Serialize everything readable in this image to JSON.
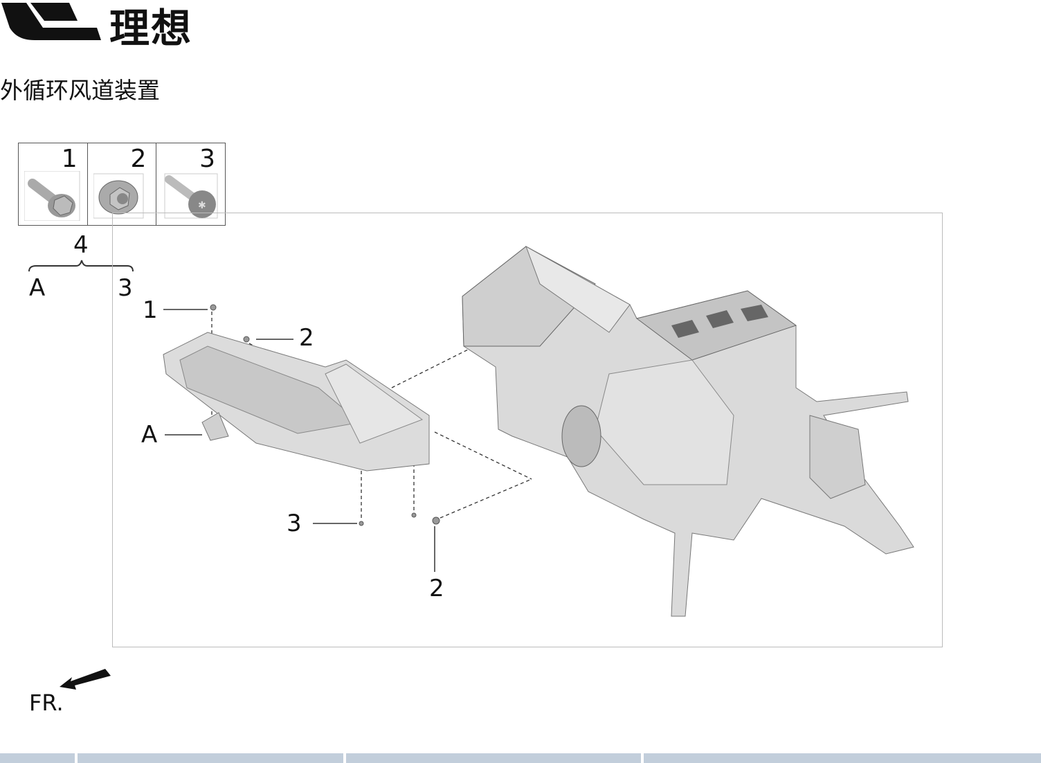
{
  "header": {
    "brand": "理想"
  },
  "title": "外循环风道装置",
  "parts": [
    {
      "number": "1",
      "icon": "flange-bolt"
    },
    {
      "number": "2",
      "icon": "flange-nut"
    },
    {
      "number": "3",
      "icon": "torx-screw"
    }
  ],
  "legend": {
    "group": "4",
    "left": "A",
    "right": "3"
  },
  "callouts": {
    "c1": "1",
    "c2_top": "2",
    "cA": "A",
    "c3": "3",
    "c2_bottom": "2"
  },
  "orientation": {
    "label": "FR."
  },
  "colors": {
    "table_header": "#c2cedb"
  }
}
